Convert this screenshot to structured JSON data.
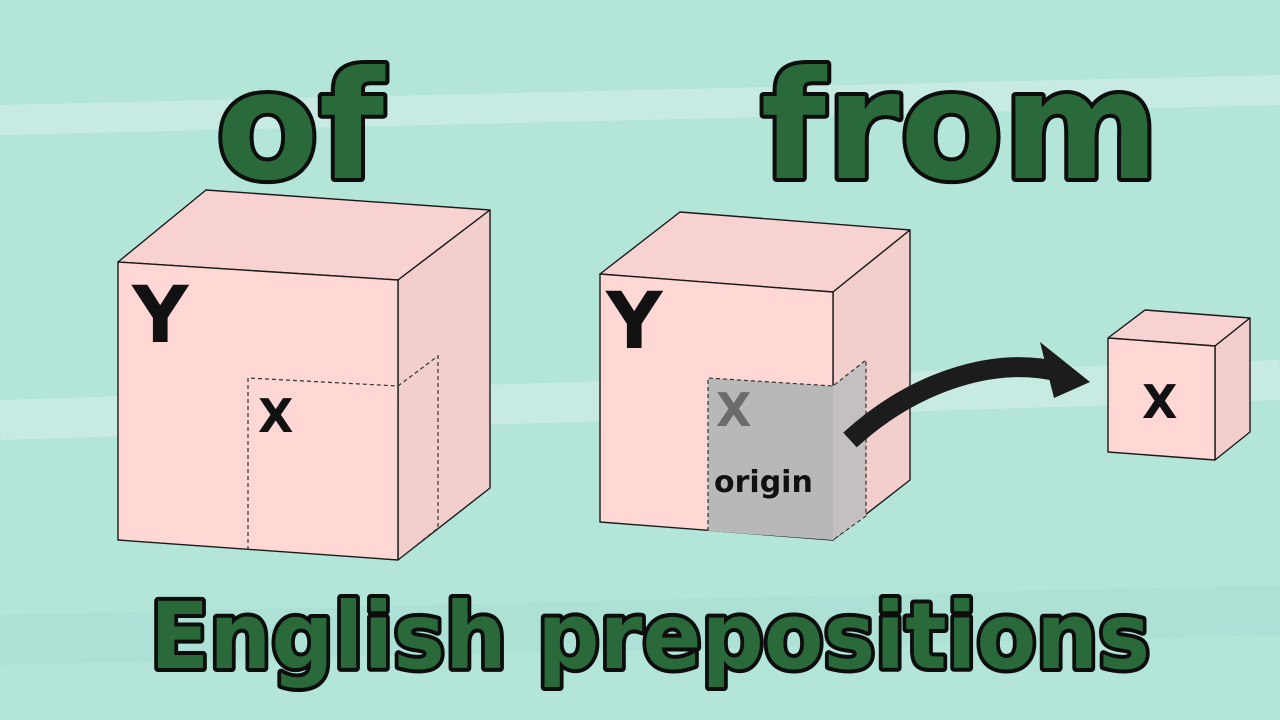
{
  "title_left": "of",
  "title_right": "from",
  "subtitle": "English prepositions",
  "cube_of": {
    "container_label": "Y",
    "part_label": "X"
  },
  "cube_from": {
    "container_label": "Y",
    "part_label": "X",
    "origin_label": "origin"
  },
  "small_cube": {
    "label": "X"
  },
  "colors": {
    "background": "#b4e5d9",
    "word_fill": "#2a6a3a",
    "word_outline": "#0d0d0d",
    "cube_front": "#ffd8d6",
    "cube_top": "#f7d2d0",
    "cube_side": "#f2cfcd",
    "origin_region": "#b8b8b8",
    "arrow": "#1c1c1c"
  }
}
